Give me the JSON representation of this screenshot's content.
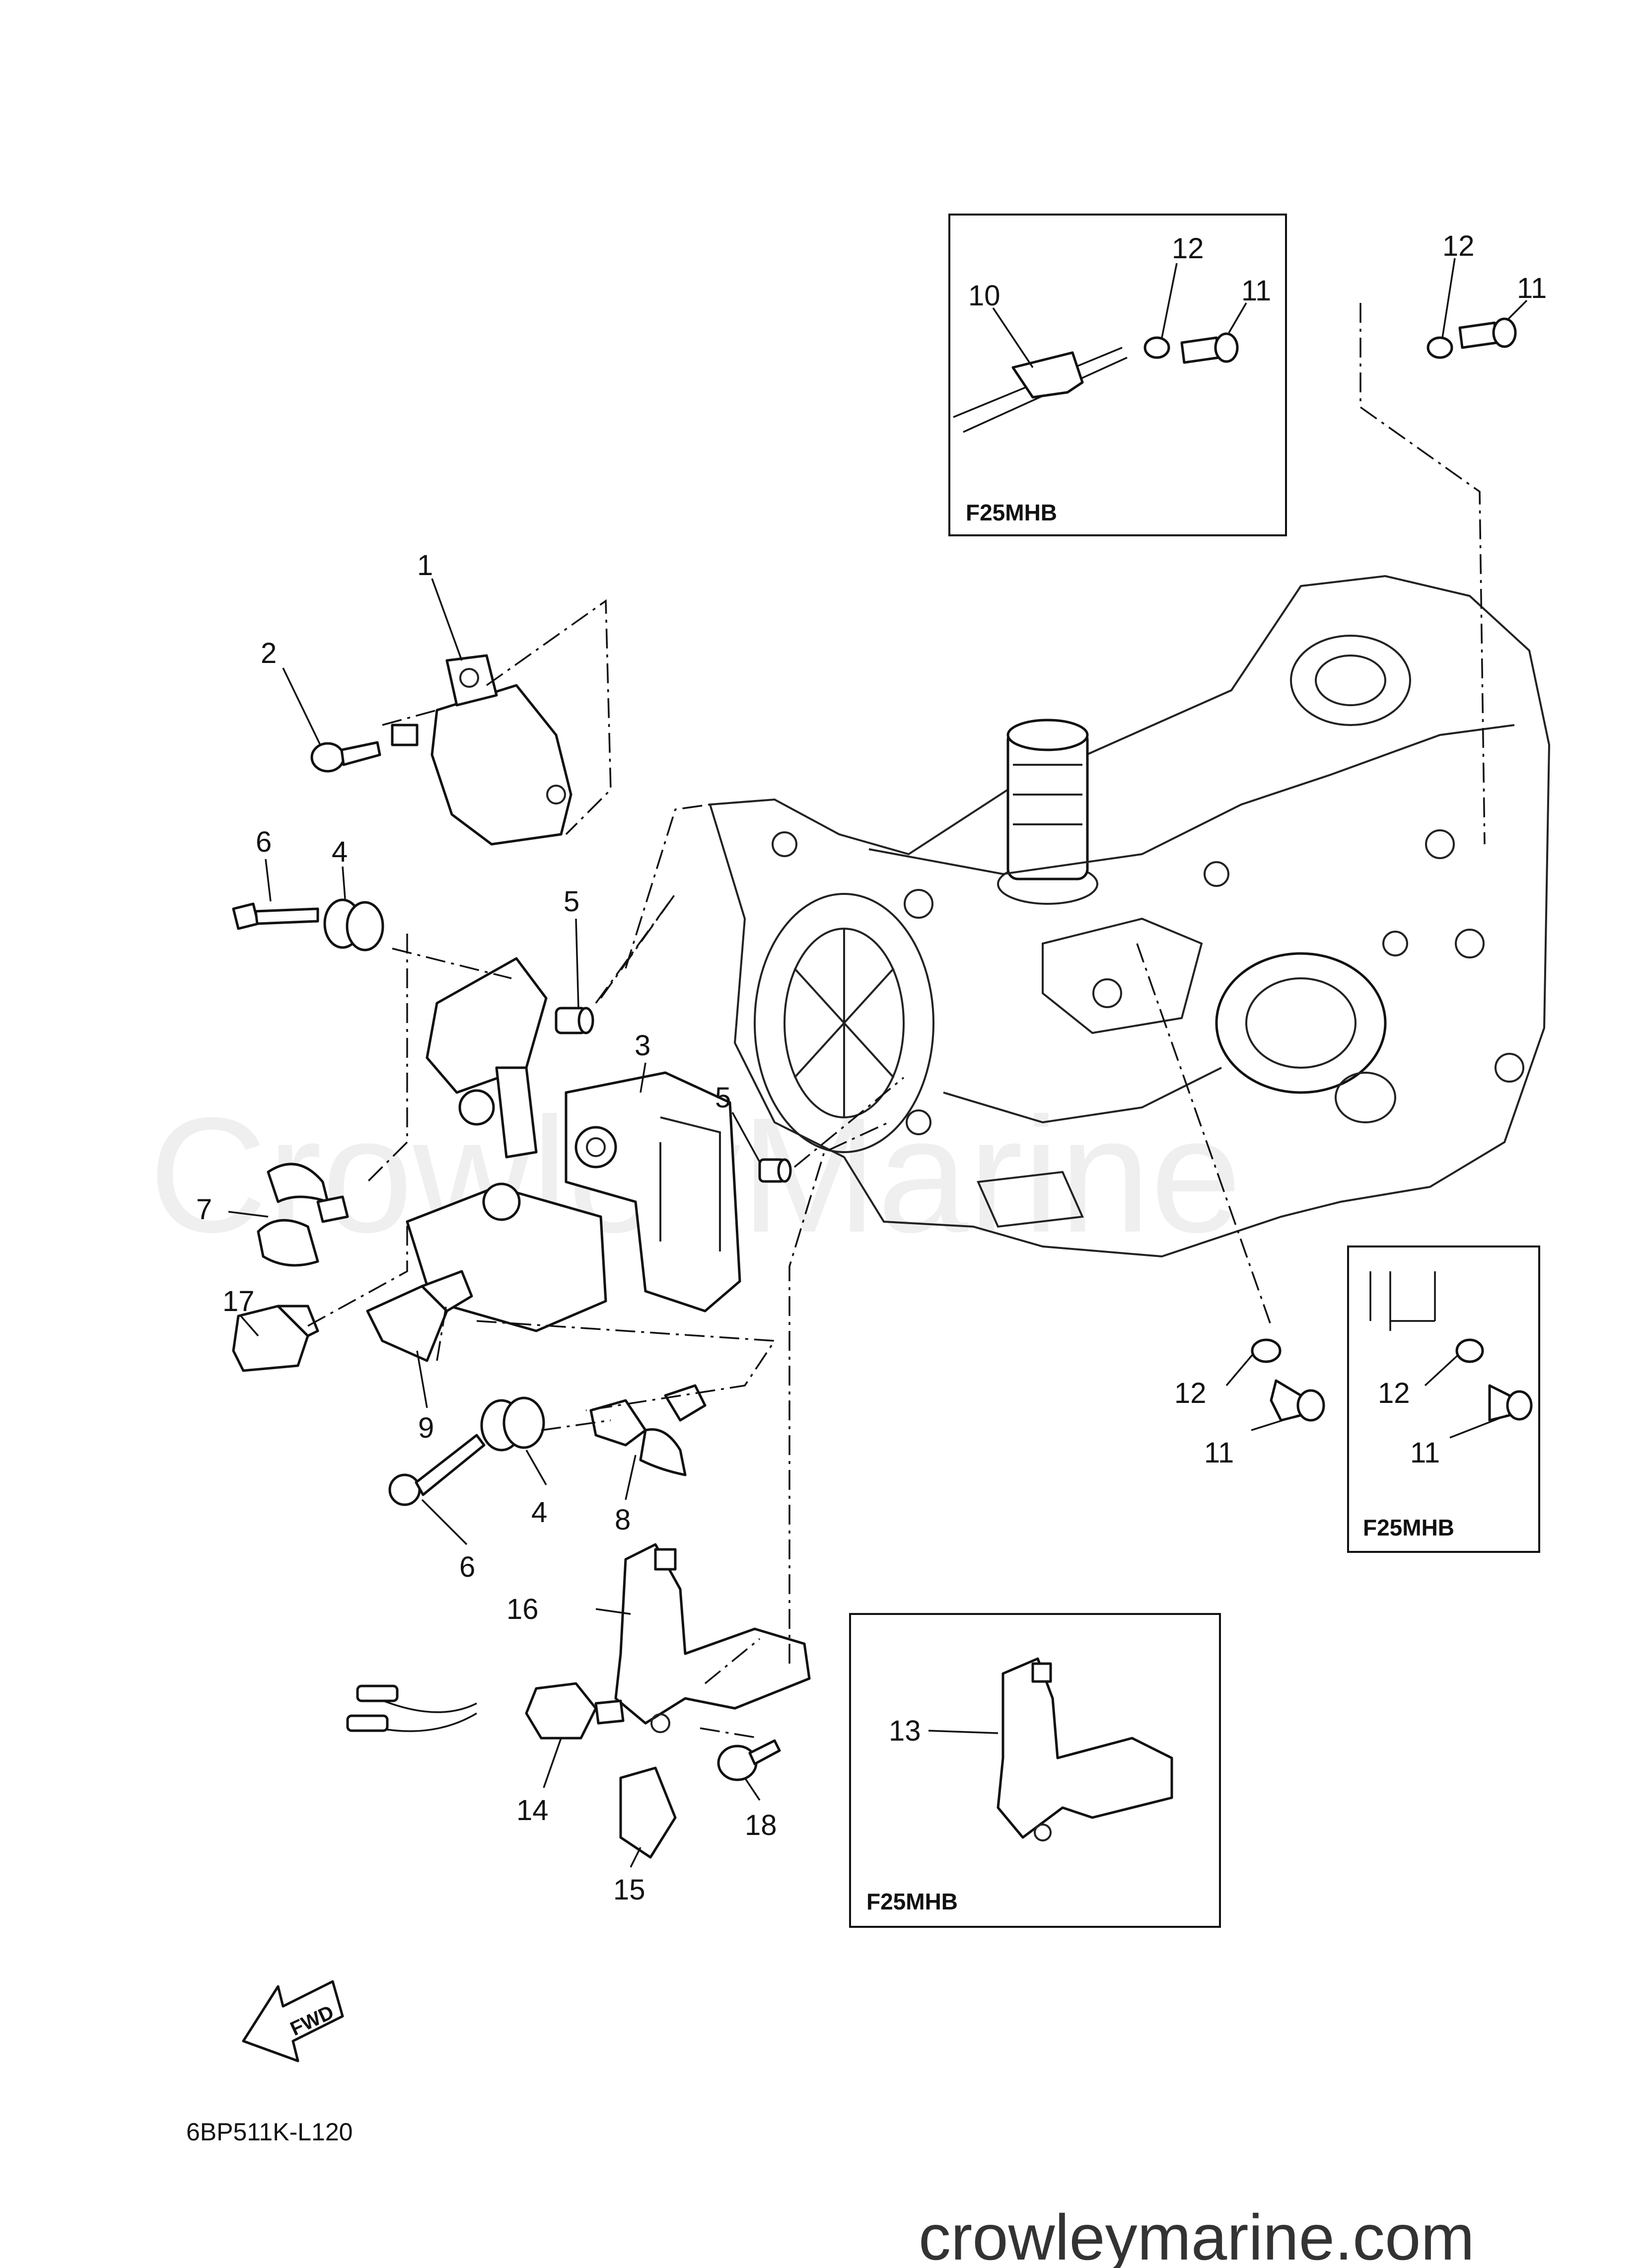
{
  "diagram": {
    "reference_code": "6BP511K-L120",
    "watermark": "CrowleyMarine",
    "website": "crowleymarine.com",
    "fwd_label": "FWD",
    "callouts": [
      {
        "id": "c1",
        "text": "1"
      },
      {
        "id": "c2",
        "text": "2"
      },
      {
        "id": "c3",
        "text": "3"
      },
      {
        "id": "c4a",
        "text": "4"
      },
      {
        "id": "c4b",
        "text": "4"
      },
      {
        "id": "c5a",
        "text": "5"
      },
      {
        "id": "c5b",
        "text": "5"
      },
      {
        "id": "c6a",
        "text": "6"
      },
      {
        "id": "c6b",
        "text": "6"
      },
      {
        "id": "c7",
        "text": "7"
      },
      {
        "id": "c8",
        "text": "8"
      },
      {
        "id": "c9",
        "text": "9"
      },
      {
        "id": "c10",
        "text": "10"
      },
      {
        "id": "c11a",
        "text": "11"
      },
      {
        "id": "c11b",
        "text": "11"
      },
      {
        "id": "c11c",
        "text": "11"
      },
      {
        "id": "c11d",
        "text": "11"
      },
      {
        "id": "c12a",
        "text": "12"
      },
      {
        "id": "c12b",
        "text": "12"
      },
      {
        "id": "c12c",
        "text": "12"
      },
      {
        "id": "c12d",
        "text": "12"
      },
      {
        "id": "c13",
        "text": "13"
      },
      {
        "id": "c14",
        "text": "14"
      },
      {
        "id": "c15",
        "text": "15"
      },
      {
        "id": "c16",
        "text": "16"
      },
      {
        "id": "c17",
        "text": "17"
      },
      {
        "id": "c18",
        "text": "18"
      }
    ],
    "inset_boxes": [
      {
        "id": "box-top",
        "label": "F25MHB"
      },
      {
        "id": "box-right",
        "label": "F25MHB"
      },
      {
        "id": "box-bottom",
        "label": "F25MHB"
      }
    ]
  }
}
